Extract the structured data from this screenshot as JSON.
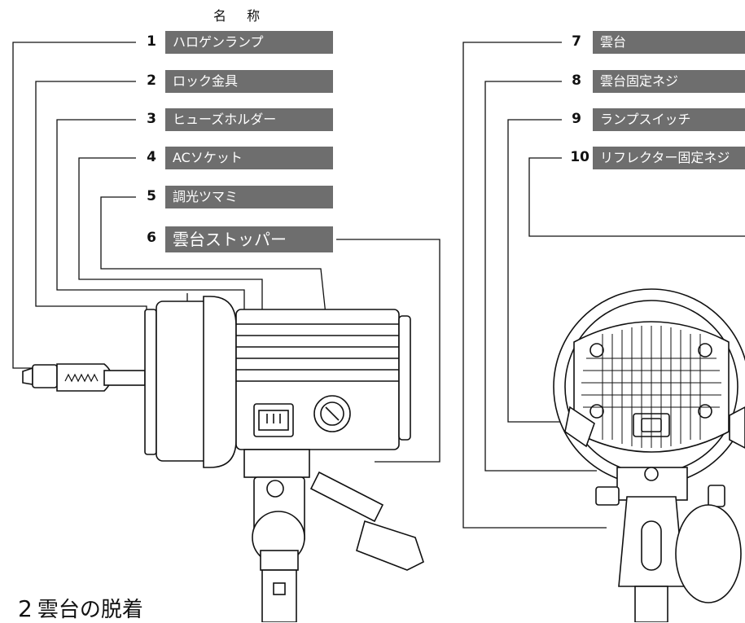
{
  "header": {
    "title": "名 称"
  },
  "parts": [
    {
      "number": "1",
      "label": "ハロゲンランプ"
    },
    {
      "number": "2",
      "label": "ロック金具"
    },
    {
      "number": "3",
      "label": "ヒューズホルダー"
    },
    {
      "number": "4",
      "label": "ACソケット"
    },
    {
      "number": "5",
      "label": "調光ツマミ"
    },
    {
      "number": "6",
      "label": "雲台ストッパー"
    },
    {
      "number": "7",
      "label": "雲台"
    },
    {
      "number": "8",
      "label": "雲台固定ネジ"
    },
    {
      "number": "9",
      "label": "ランプスイッチ"
    },
    {
      "number": "10",
      "label": "リフレクター固定ネジ"
    }
  ],
  "section": {
    "marker": "2",
    "title": "雲台の脱着"
  },
  "lamp_element": {
    "symbol": "WWW"
  },
  "colors": {
    "label_bg": "#6e6e6e",
    "label_text": "#ffffff",
    "line": "#111111"
  }
}
